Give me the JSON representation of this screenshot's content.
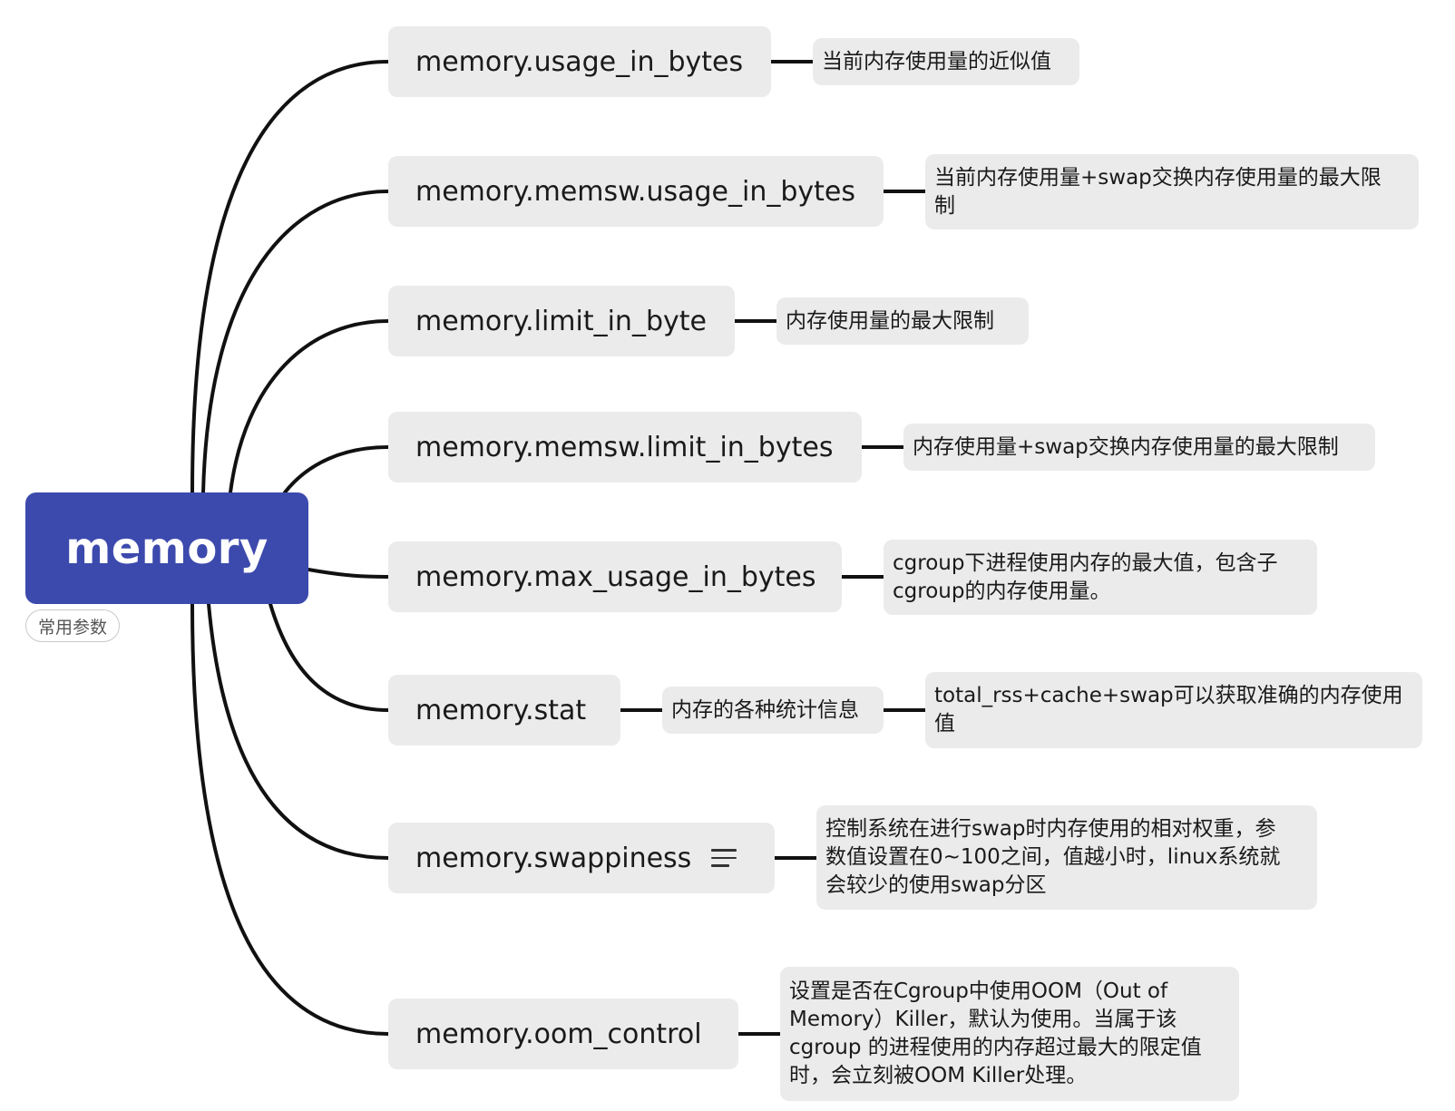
{
  "root": {
    "label": "memory",
    "tag": "常用参数"
  },
  "branches": [
    {
      "label": "memory.usage_in_bytes",
      "notes": [
        "当前内存使用量的近似值"
      ]
    },
    {
      "label": "memory.memsw.usage_in_bytes",
      "notes": [
        "当前内存使用量+swap交换内存使用量的最大限\n制"
      ]
    },
    {
      "label": "memory.limit_in_byte",
      "notes": [
        "内存使用量的最大限制"
      ]
    },
    {
      "label": "memory.memsw.limit_in_bytes",
      "notes": [
        "内存使用量+swap交换内存使用量的最大限制"
      ]
    },
    {
      "label": "memory.max_usage_in_bytes",
      "notes": [
        "cgroup下进程使用内存的最大值，包含子\ncgroup的内存使用量。"
      ]
    },
    {
      "label": "memory.stat",
      "notes": [
        "内存的各种统计信息",
        "total_rss+cache+swap可以获取准确的内存使用\n值"
      ]
    },
    {
      "label": "memory.swappiness",
      "notes": [
        "控制系统在进行swap时内存使用的相对权重，参\n数值设置在0~100之间，值越小时，linux系统就\n会较少的使用swap分区"
      ]
    },
    {
      "label": "memory.oom_control",
      "notes": [
        "设置是否在Cgroup中使用OOM（Out of\nMemory）Killer，默认为使用。当属于该\ncgroup 的进程使用的内存超过最大的限定值\n时，会立刻被OOM Killer处理。"
      ]
    }
  ]
}
